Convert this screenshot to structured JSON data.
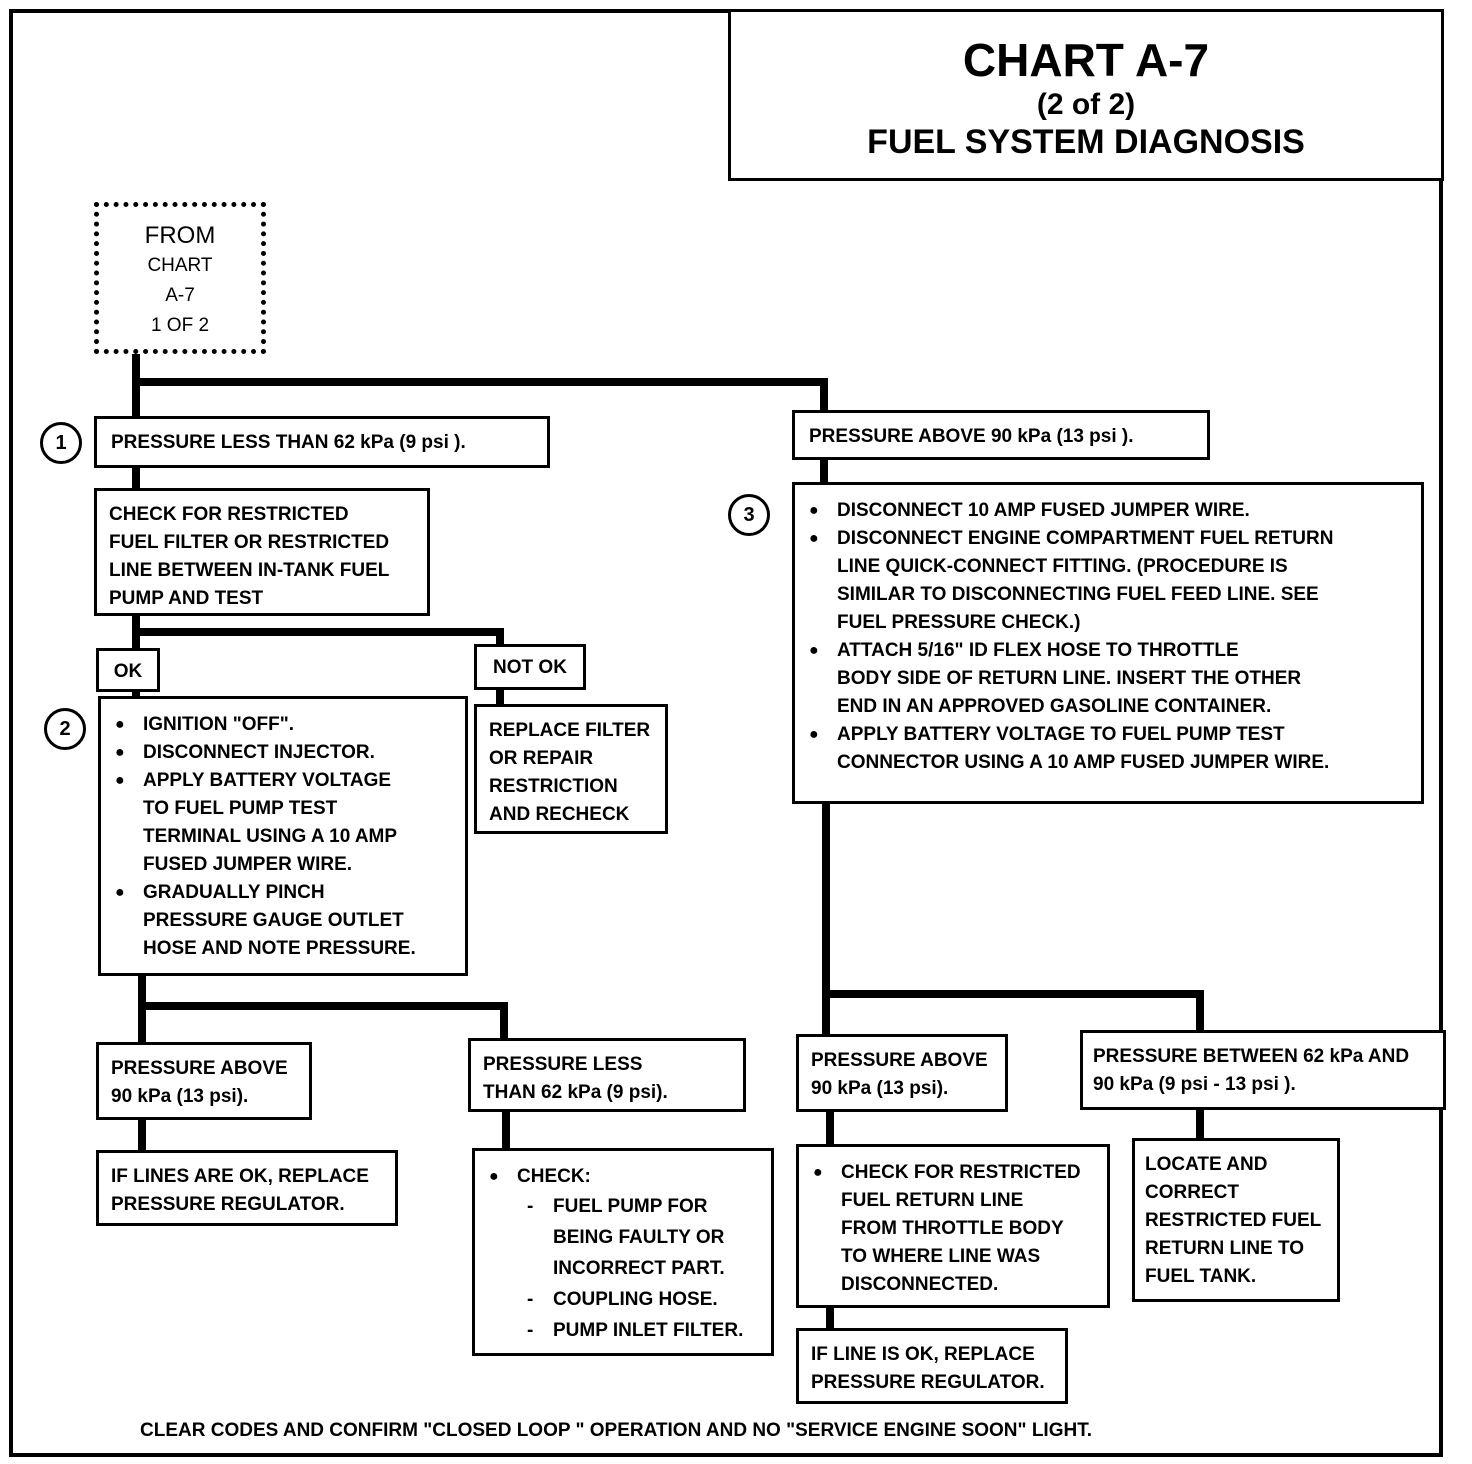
{
  "title": {
    "chart": "CHART A-7",
    "part": "(2 of 2)",
    "name": "FUEL SYSTEM DIAGNOSIS"
  },
  "from_box": [
    "FROM",
    "CHART",
    "A-7",
    "1 OF 2"
  ],
  "steps": {
    "s1": "1",
    "s2": "2",
    "s3": "3"
  },
  "left": {
    "pressure_low": "PRESSURE  LESS THAN 62 kPa (9 psi ).",
    "check_filter": [
      "CHECK FOR  RESTRICTED",
      "FUEL FILTER OR RESTRICTED",
      "LINE BETWEEN IN-TANK FUEL",
      "PUMP AND TEST"
    ],
    "ok": "OK",
    "not_ok": "NOT OK",
    "replace_filter": [
      "REPLACE FILTER",
      "OR REPAIR",
      "RESTRICTION",
      "AND RECHECK"
    ],
    "ignition_steps": [
      [
        "IGNITION \"OFF\"."
      ],
      [
        "DISCONNECT INJECTOR."
      ],
      [
        "APPLY BATTERY VOLTAGE",
        "TO FUEL PUMP TEST",
        "TERMINAL USING A 10 AMP",
        "FUSED JUMPER WIRE."
      ],
      [
        "GRADUALLY PINCH",
        "PRESSURE  GAUGE OUTLET",
        "HOSE  AND NOTE PRESSURE."
      ]
    ],
    "pressure_above": [
      "PRESSURE ABOVE",
      "90 kPa  (13 psi)."
    ],
    "pressure_less": [
      "PRESSURE LESS",
      "THAN 62 kPa  (9 psi)."
    ],
    "replace_regulator": [
      "IF LINES ARE OK, REPLACE",
      "PRESSURE REGULATOR."
    ],
    "check_label": "CHECK:",
    "check_items": [
      [
        "FUEL PUMP FOR",
        "BEING FAULTY OR",
        "INCORRECT PART."
      ],
      [
        "COUPLING HOSE."
      ],
      [
        "PUMP INLET FILTER."
      ]
    ]
  },
  "right": {
    "pressure_high": "PRESSURE ABOVE 90 kPa (13 psi ).",
    "steps": [
      [
        "DISCONNECT 10 AMP FUSED JUMPER WIRE."
      ],
      [
        "DISCONNECT ENGINE COMPARTMENT FUEL RETURN",
        "LINE QUICK-CONNECT FITTING.  (PROCEDURE IS",
        "SIMILAR TO DISCONNECTING FUEL FEED LINE.   SEE",
        "FUEL PRESSURE CHECK.)"
      ],
      [
        "ATTACH 5/16\" ID FLEX HOSE TO THROTTLE",
        "BODY SIDE OF RETURN LINE.  INSERT THE OTHER",
        "END IN AN APPROVED GASOLINE CONTAINER."
      ],
      [
        "APPLY BATTERY VOLTAGE TO FUEL PUMP TEST",
        "CONNECTOR USING A 10 AMP FUSED JUMPER WIRE."
      ]
    ],
    "pressure_above": [
      "PRESSURE ABOVE",
      "90 kPa  (13 psi)."
    ],
    "pressure_between": [
      "PRESSURE BETWEEN 62 kPa AND",
      "90 kPa (9 psi  - 13 psi )."
    ],
    "check_return": [
      "CHECK FOR RESTRICTED",
      "FUEL RETURN LINE",
      "FROM THROTTLE BODY",
      "TO WHERE LINE WAS",
      "DISCONNECTED."
    ],
    "replace_regulator": [
      "IF LINE IS OK, REPLACE",
      "PRESSURE REGULATOR."
    ],
    "locate": [
      "LOCATE AND",
      "CORRECT",
      "RESTRICTED FUEL",
      "RETURN LINE TO",
      "FUEL TANK."
    ]
  },
  "footer": "CLEAR CODES AND CONFIRM \"CLOSED LOOP \" OPERATION AND NO \"SERVICE ENGINE SOON\" LIGHT."
}
